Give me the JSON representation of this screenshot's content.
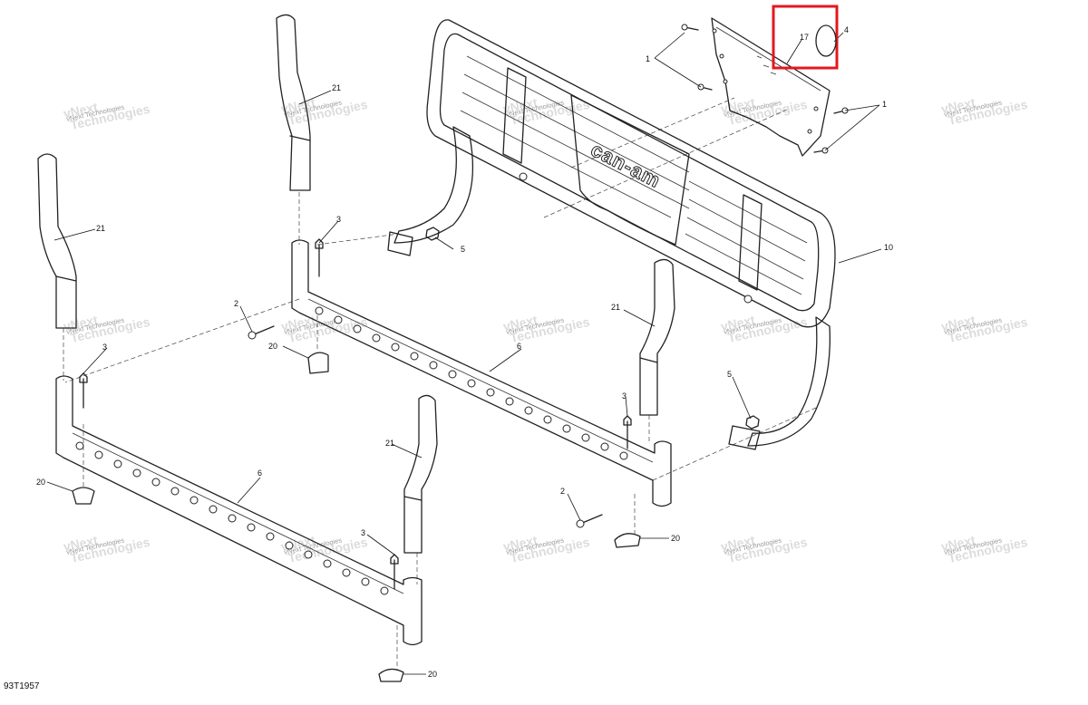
{
  "drawing": {
    "reference": "93T1957",
    "watermark_line1": "vNext",
    "watermark_line2": "Technologies",
    "watermark_small": "vNext Technologies"
  },
  "callouts": {
    "c1_left": "1",
    "c1_right": "1",
    "c2_left": "2",
    "c2_right": "2",
    "c3_a": "3",
    "c3_b": "3",
    "c3_c": "3",
    "c3_d": "3",
    "c4": "4",
    "c5_top": "5",
    "c5_right": "5",
    "c6_left": "6",
    "c6_right": "6",
    "c10": "10",
    "c17": "17",
    "c20_a": "20",
    "c20_b": "20",
    "c20_c": "20",
    "c20_d": "20",
    "c21_a": "21",
    "c21_b": "21",
    "c21_c": "21",
    "c21_d": "21"
  },
  "highlight": {
    "color": "#e3181f",
    "target_callout": "17"
  },
  "headrest_logo": "can-am"
}
